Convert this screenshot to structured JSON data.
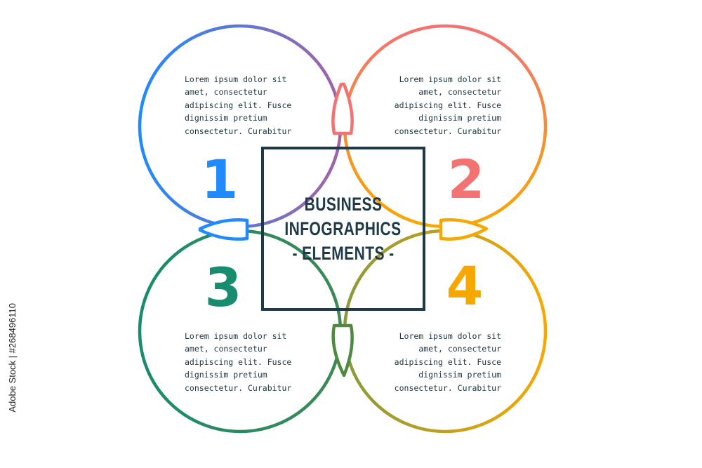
{
  "colors": {
    "step1": "#1f8bff",
    "step2": "#f37272",
    "step3": "#178c6e",
    "step4": "#f7a800",
    "ring_blue_purple": "#8a5fb3",
    "ring_coral_orange": "#f6a63b",
    "ring_green_olive": "#6f9a2a",
    "dark": "#1e3a48"
  },
  "center": {
    "line1": "BUSINESS",
    "line2": "INFOGRAPHICS",
    "line3": "- ELEMENTS -"
  },
  "steps": [
    {
      "number": "1",
      "text": "Lorem ipsum dolor sit\namet, consectetur\nadipiscing elit. Fusce\ndignissim pretium\nconsectetur. Curabitur"
    },
    {
      "number": "2",
      "text": "Lorem ipsum dolor sit\namet, consectetur\nadipiscing elit. Fusce\ndignissim pretium\nconsectetur. Curabitur"
    },
    {
      "number": "3",
      "text": "Lorem ipsum dolor sit\namet, consectetur\nadipiscing elit. Fusce\ndignissim pretium\nconsectetur. Curabitur"
    },
    {
      "number": "4",
      "text": "Lorem ipsum dolor sit\namet, consectetur\nadipiscing elit. Fusce\ndignissim pretium\nconsectetur. Curabitur"
    }
  ],
  "watermark": "Adobe Stock | #268496110"
}
